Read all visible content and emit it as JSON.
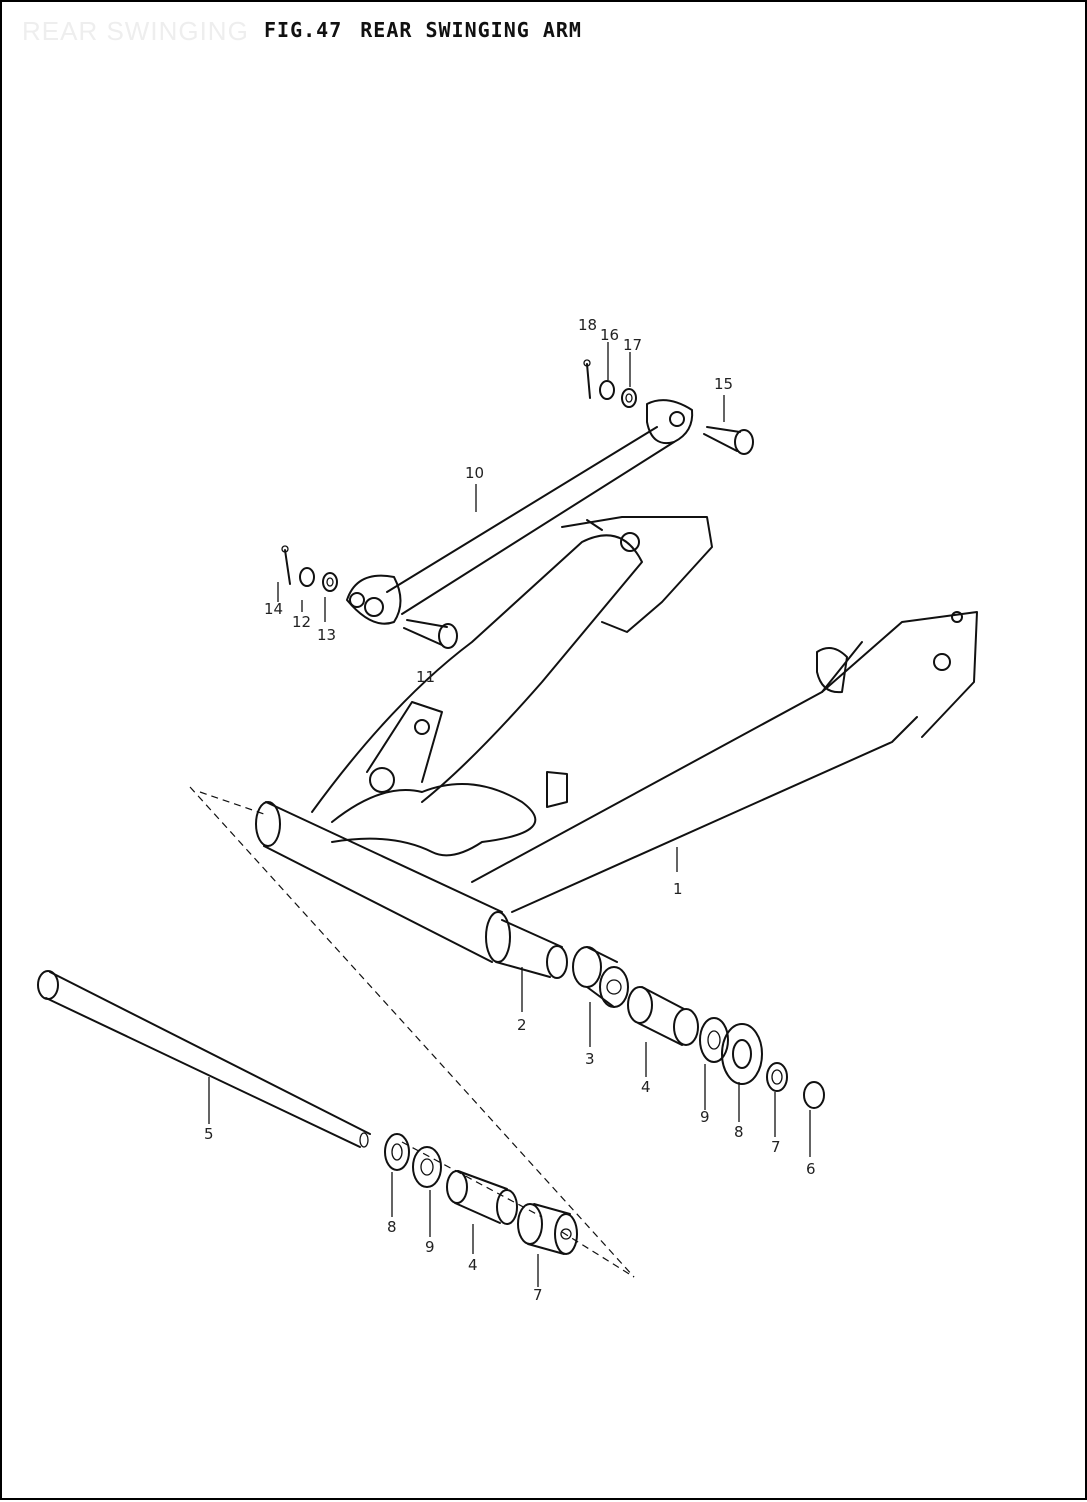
{
  "header": {
    "watermark": "REAR SWINGING",
    "fig_number": "FIG.47",
    "fig_title": "REAR SWINGING ARM"
  },
  "callouts": {
    "c1": "1",
    "c2": "2",
    "c3": "3",
    "c4a": "4",
    "c4b": "4",
    "c5": "5",
    "c6": "6",
    "c7a": "7",
    "c7b": "7",
    "c8a": "8",
    "c8b": "8",
    "c9a": "9",
    "c9b": "9",
    "c10": "10",
    "c11": "11",
    "c12": "12",
    "c13": "13",
    "c14": "14",
    "c15": "15",
    "c16": "16",
    "c17": "17",
    "c18": "18"
  },
  "colors": {
    "ink": "#111111",
    "paper": "#ffffff",
    "watermark": "#eeeeee"
  }
}
